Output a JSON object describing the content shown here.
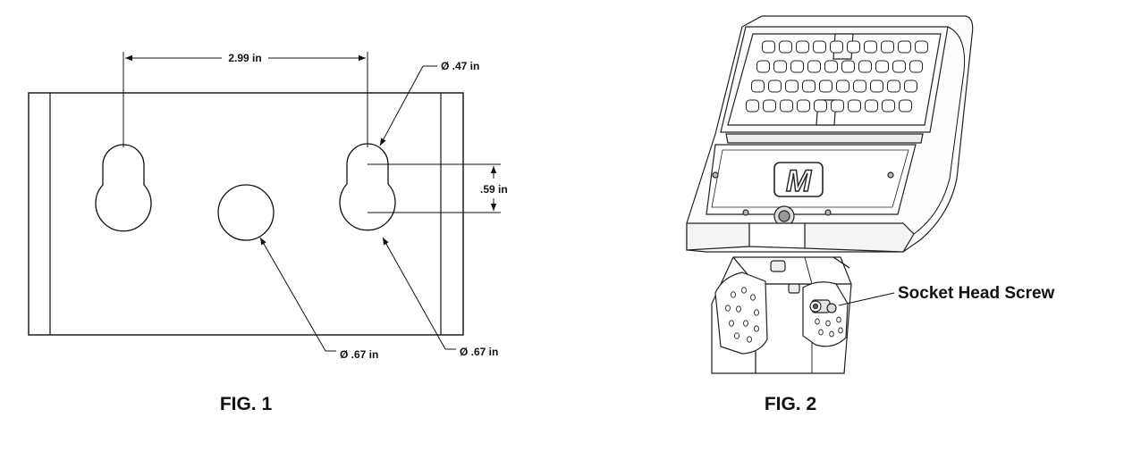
{
  "fig1": {
    "caption": "FIG. 1",
    "dim_spacing": "2.99 in",
    "dim_slot_width": "Ø .47 in",
    "dim_slot_offset": ".59 in",
    "dim_center_hole": "Ø .67 in",
    "dim_right_hole": "Ø .67 in"
  },
  "fig2": {
    "caption": "FIG. 2",
    "callout": "Socket Head Screw",
    "logo_letter": "M"
  }
}
